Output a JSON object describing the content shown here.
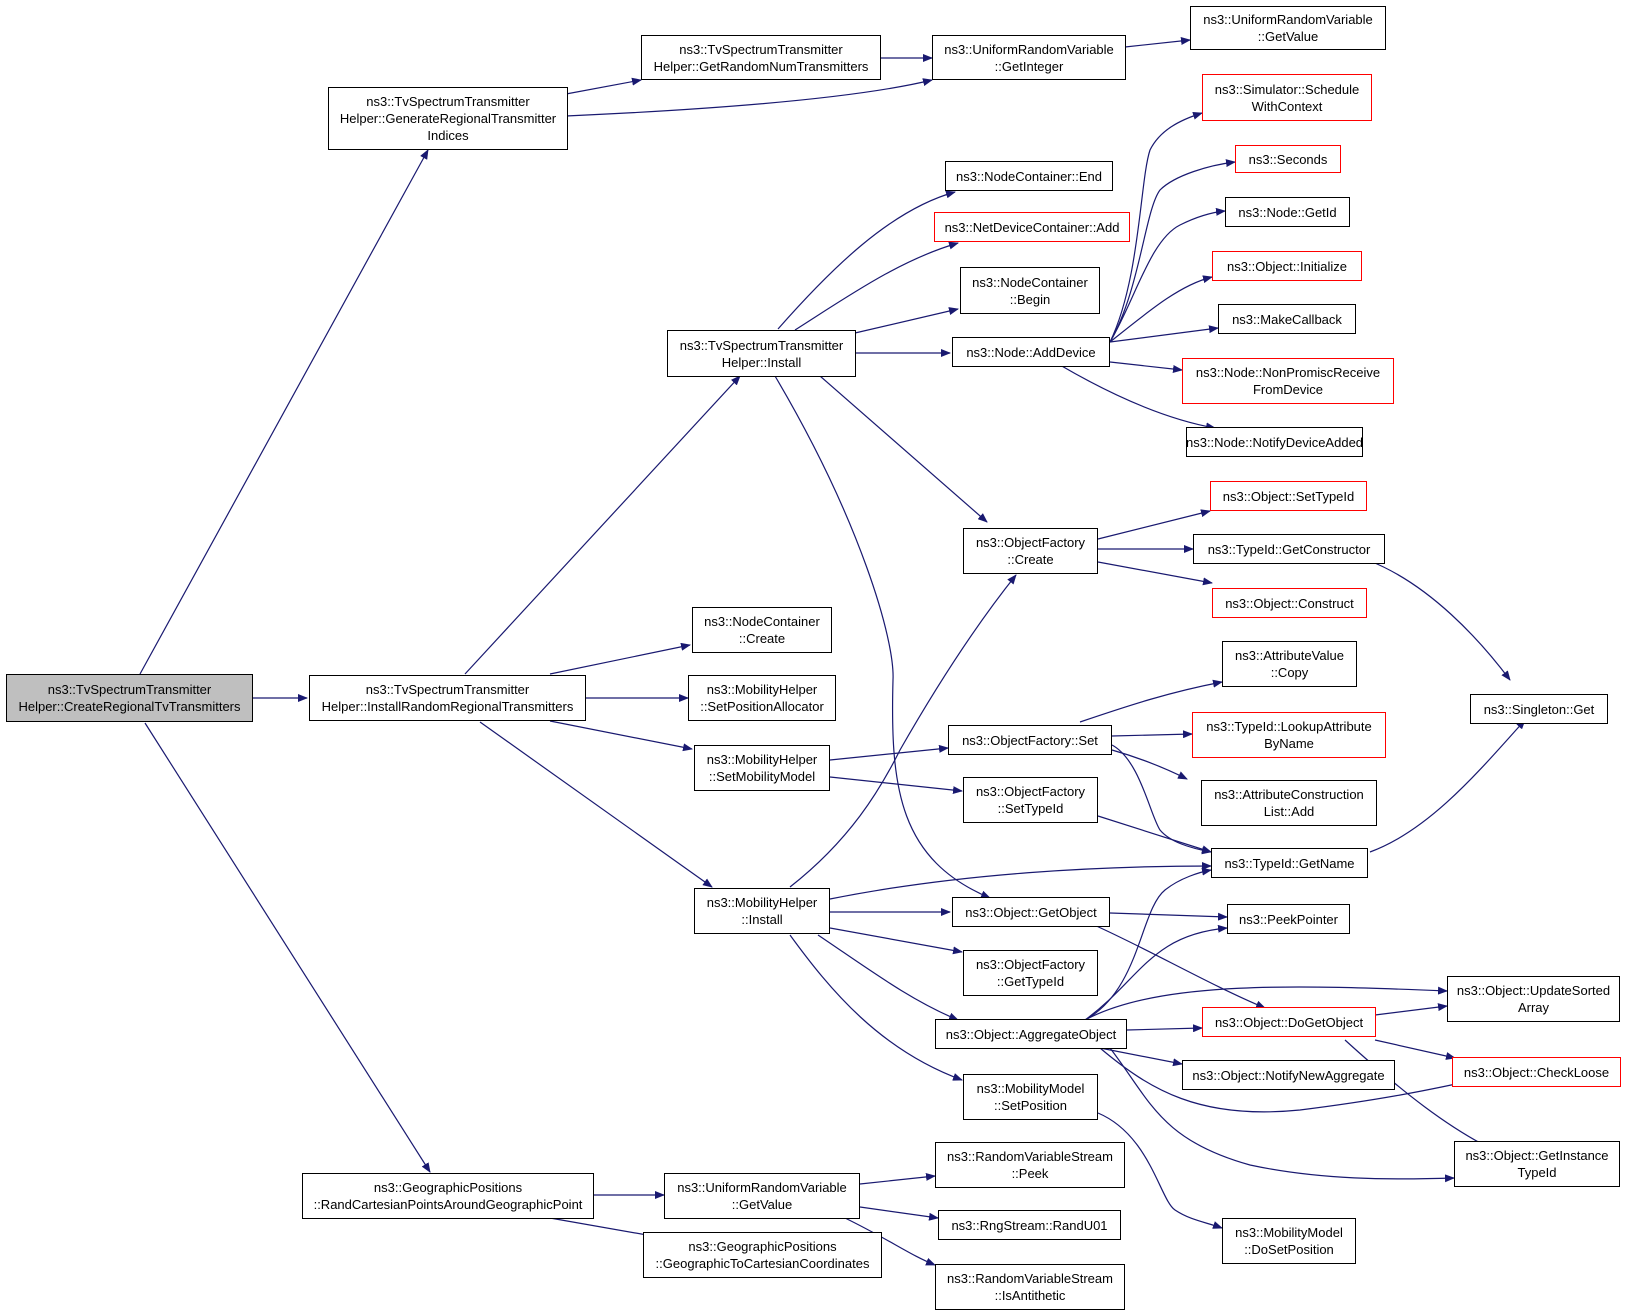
{
  "colors": {
    "edge": "#191970",
    "border": "#000000",
    "border_external": "#ff0000",
    "root_fill": "#bfbfbf",
    "background": "#ffffff"
  },
  "nodes": {
    "root": {
      "lines": [
        "ns3::TvSpectrumTransmitter",
        "Helper::CreateRegionalTvTransmitters"
      ]
    },
    "genidx": {
      "lines": [
        "ns3::TvSpectrumTransmitter",
        "Helper::GenerateRegionalTransmitter",
        "Indices"
      ]
    },
    "getrandnum": {
      "lines": [
        "ns3::TvSpectrumTransmitter",
        "Helper::GetRandomNumTransmitters"
      ]
    },
    "urv_getint": {
      "lines": [
        "ns3::UniformRandomVariable",
        "::GetInteger"
      ]
    },
    "urv_getvalue_top": {
      "lines": [
        "ns3::UniformRandomVariable",
        "::GetValue"
      ]
    },
    "sim_schedule": {
      "lines": [
        "ns3::Simulator::Schedule",
        "WithContext"
      ]
    },
    "seconds": {
      "lines": [
        "ns3::Seconds"
      ]
    },
    "nc_end": {
      "lines": [
        "ns3::NodeContainer::End"
      ]
    },
    "ndc_add": {
      "lines": [
        "ns3::NetDeviceContainer::Add"
      ]
    },
    "node_getid": {
      "lines": [
        "ns3::Node::GetId"
      ]
    },
    "nc_begin": {
      "lines": [
        "ns3::NodeContainer",
        "::Begin"
      ]
    },
    "obj_init": {
      "lines": [
        "ns3::Object::Initialize"
      ]
    },
    "makecb": {
      "lines": [
        "ns3::MakeCallback"
      ]
    },
    "tvst_install": {
      "lines": [
        "ns3::TvSpectrumTransmitter",
        "Helper::Install"
      ]
    },
    "node_adddevice": {
      "lines": [
        "ns3::Node::AddDevice"
      ]
    },
    "node_nonpromisc": {
      "lines": [
        "ns3::Node::NonPromiscReceive",
        "FromDevice"
      ]
    },
    "node_notify": {
      "lines": [
        "ns3::Node::NotifyDeviceAdded"
      ]
    },
    "obj_settypeid": {
      "lines": [
        "ns3::Object::SetTypeId"
      ]
    },
    "of_create": {
      "lines": [
        "ns3::ObjectFactory",
        "::Create"
      ]
    },
    "typeid_getctor": {
      "lines": [
        "ns3::TypeId::GetConstructor"
      ]
    },
    "obj_construct": {
      "lines": [
        "ns3::Object::Construct"
      ]
    },
    "nc_create": {
      "lines": [
        "ns3::NodeContainer",
        "::Create"
      ]
    },
    "av_copy": {
      "lines": [
        "ns3::AttributeValue",
        "::Copy"
      ]
    },
    "mh_setposalloc": {
      "lines": [
        "ns3::MobilityHelper",
        "::SetPositionAllocator"
      ]
    },
    "installrandom": {
      "lines": [
        "ns3::TvSpectrumTransmitter",
        "Helper::InstallRandomRegionalTransmitters"
      ]
    },
    "singleton_get": {
      "lines": [
        "ns3::Singleton::Get"
      ]
    },
    "typeid_lookup": {
      "lines": [
        "ns3::TypeId::LookupAttribute",
        "ByName"
      ]
    },
    "of_set": {
      "lines": [
        "ns3::ObjectFactory::Set"
      ]
    },
    "mh_setmobmodel": {
      "lines": [
        "ns3::MobilityHelper",
        "::SetMobilityModel"
      ]
    },
    "acl_add": {
      "lines": [
        "ns3::AttributeConstruction",
        "List::Add"
      ]
    },
    "of_settypeid": {
      "lines": [
        "ns3::ObjectFactory",
        "::SetTypeId"
      ]
    },
    "typeid_getname": {
      "lines": [
        "ns3::TypeId::GetName"
      ]
    },
    "mh_install": {
      "lines": [
        "ns3::MobilityHelper",
        "::Install"
      ]
    },
    "obj_getobject": {
      "lines": [
        "ns3::Object::GetObject"
      ]
    },
    "peekpointer": {
      "lines": [
        "ns3::PeekPointer"
      ]
    },
    "of_gettypeid": {
      "lines": [
        "ns3::ObjectFactory",
        "::GetTypeId"
      ]
    },
    "obj_updatesorted": {
      "lines": [
        "ns3::Object::UpdateSorted",
        "Array"
      ]
    },
    "obj_aggregate": {
      "lines": [
        "ns3::Object::AggregateObject"
      ]
    },
    "obj_dogetobject": {
      "lines": [
        "ns3::Object::DoGetObject"
      ]
    },
    "obj_checkloose": {
      "lines": [
        "ns3::Object::CheckLoose"
      ]
    },
    "obj_notifynewagg": {
      "lines": [
        "ns3::Object::NotifyNewAggregate"
      ]
    },
    "mm_setposition": {
      "lines": [
        "ns3::MobilityModel",
        "::SetPosition"
      ]
    },
    "obj_getinstancetid": {
      "lines": [
        "ns3::Object::GetInstance",
        "TypeId"
      ]
    },
    "rvs_peek": {
      "lines": [
        "ns3::RandomVariableStream",
        "::Peek"
      ]
    },
    "gp_randcart": {
      "lines": [
        "ns3::GeographicPositions",
        "::RandCartesianPointsAroundGeographicPoint"
      ]
    },
    "urv_getvalue_bot": {
      "lines": [
        "ns3::UniformRandomVariable",
        "::GetValue"
      ]
    },
    "rng_randu01": {
      "lines": [
        "ns3::RngStream::RandU01"
      ]
    },
    "mm_dosetposition": {
      "lines": [
        "ns3::MobilityModel",
        "::DoSetPosition"
      ]
    },
    "gp_geotocart": {
      "lines": [
        "ns3::GeographicPositions",
        "::GeographicToCartesianCoordinates"
      ]
    },
    "rvs_isanti": {
      "lines": [
        "ns3::RandomVariableStream",
        "::IsAntithetic"
      ]
    }
  }
}
